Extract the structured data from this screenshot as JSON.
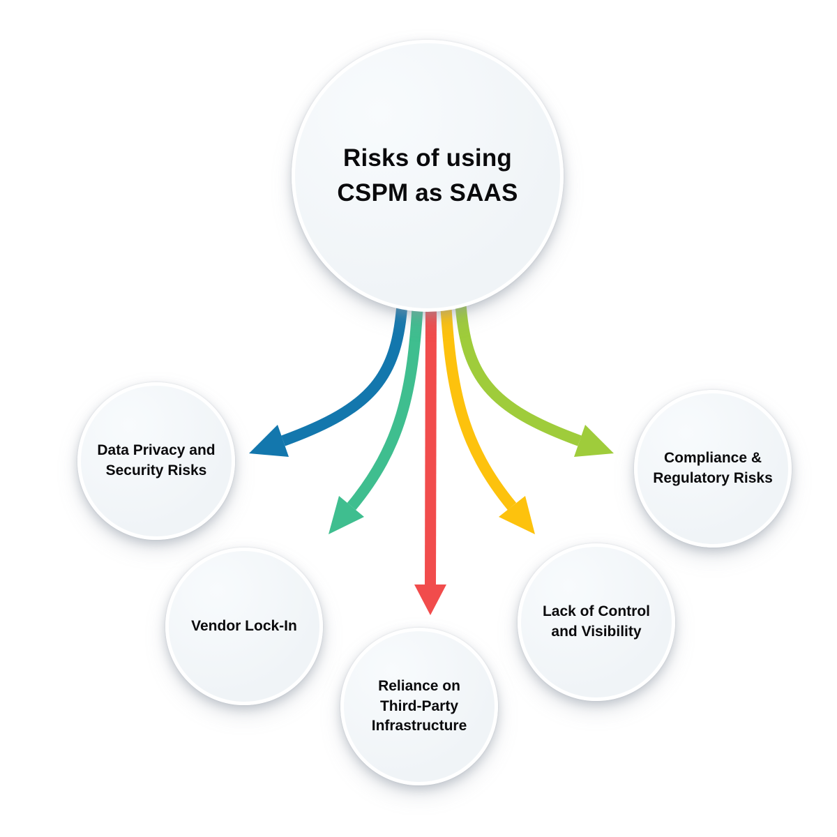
{
  "palette": {
    "background": "#ffffff",
    "node_fill": "#f0f4f7",
    "node_border": "#ffffff",
    "text_color": "#0a0a0c"
  },
  "center": {
    "label": "Risks of using\nCSPM as SAAS"
  },
  "nodes": [
    {
      "id": "data-privacy",
      "label": "Data Privacy and\nSecurity Risks",
      "arrow_color": "#1377ad"
    },
    {
      "id": "vendor-lock-in",
      "label": "Vendor Lock-In",
      "arrow_color": "#3fbe8f"
    },
    {
      "id": "reliance",
      "label": "Reliance on\nThird-Party\nInfrastructure",
      "arrow_color": "#f14c4c"
    },
    {
      "id": "lack-of-control",
      "label": "Lack of Control\nand Visibility",
      "arrow_color": "#fdc20d"
    },
    {
      "id": "compliance",
      "label": "Compliance &\nRegulatory Risks",
      "arrow_color": "#9fcc3b"
    }
  ]
}
